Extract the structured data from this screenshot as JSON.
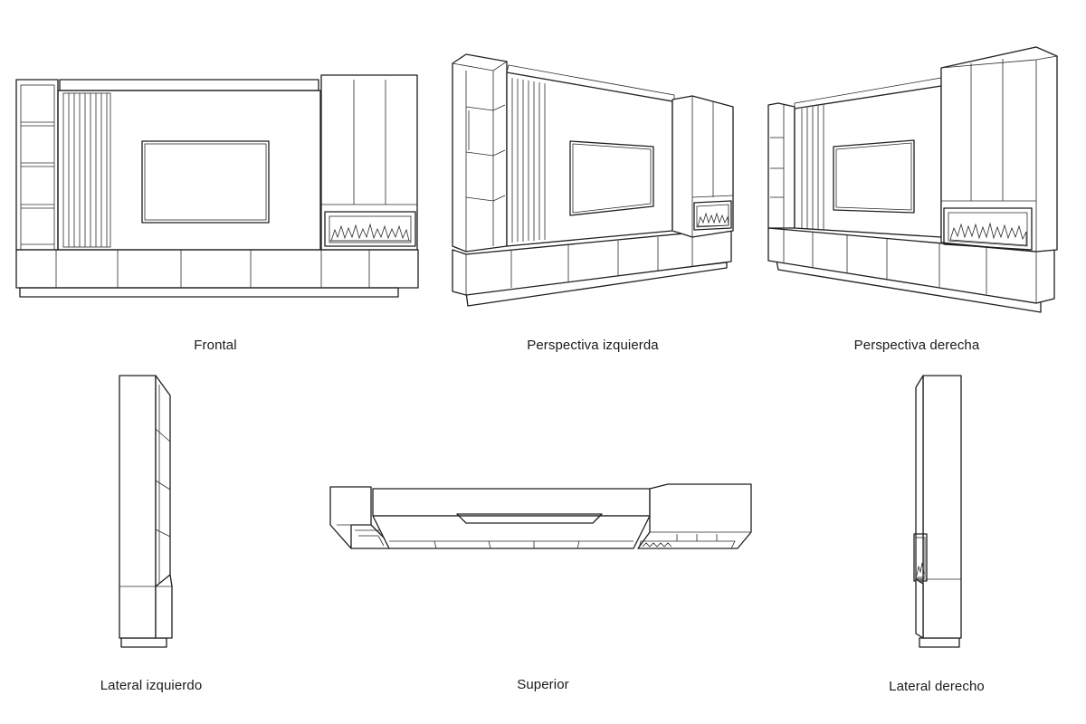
{
  "views": [
    {
      "id": "frontal",
      "label": "Frontal"
    },
    {
      "id": "perspectiva-izquierda",
      "label": "Perspectiva izquierda"
    },
    {
      "id": "perspectiva-derecha",
      "label": "Perspectiva derecha"
    },
    {
      "id": "lateral-izquierdo",
      "label": "Lateral izquierdo"
    },
    {
      "id": "superior",
      "label": "Superior"
    },
    {
      "id": "lateral-derecho",
      "label": "Lateral derecho"
    }
  ],
  "colors": {
    "line": "#1e1e1e",
    "background": "#ffffff",
    "text": "#1a1a1a"
  }
}
